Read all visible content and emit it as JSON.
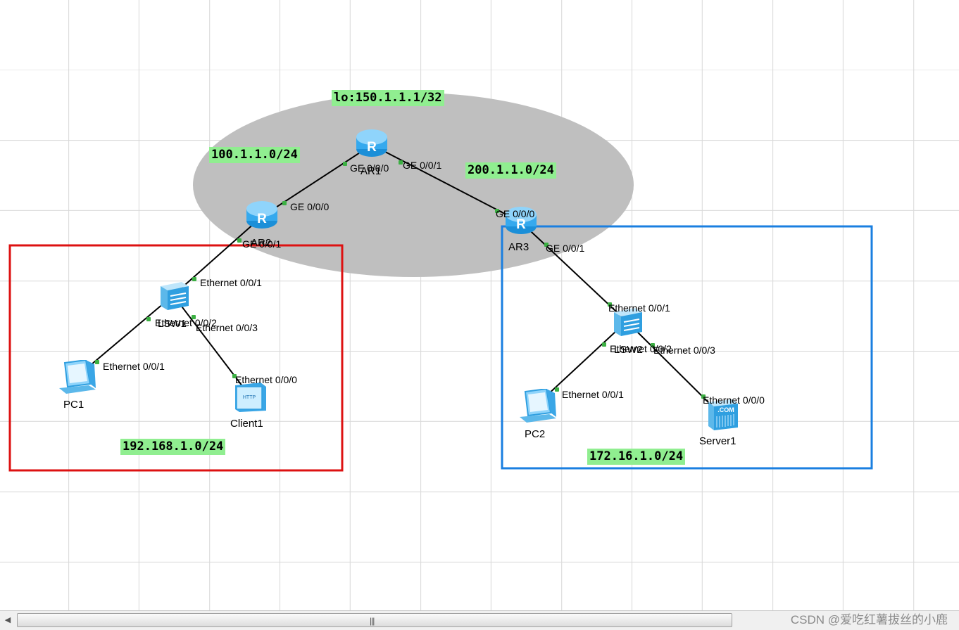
{
  "networks": {
    "loopback": "lo:150.1.1.1/32",
    "ar1_ar2": "100.1.1.0/24",
    "ar1_ar3": "200.1.1.0/24",
    "lan1": "192.168.1.0/24",
    "lan2": "172.16.1.0/24"
  },
  "devices": {
    "ar1": "AR1",
    "ar2": "AR2",
    "ar3": "AR3",
    "lsw1": "LSW1",
    "lsw2": "LSW2",
    "pc1": "PC1",
    "pc2": "PC2",
    "client1": "Client1",
    "server1": "Server1"
  },
  "ports": {
    "ar1_g0": "GE 0/0/0",
    "ar1_g1": "GE 0/0/1",
    "ar2_g0": "GE 0/0/0",
    "ar2_g1": "GE 0/0/1",
    "ar3_g0": "GE 0/0/0",
    "ar3_g1": "GE 0/0/1",
    "lsw1_e1": "Ethernet 0/0/1",
    "lsw1_e2": "Ethernet 0/0/2",
    "lsw1_e3": "Ethernet 0/0/3",
    "pc1_e1": "Ethernet 0/0/1",
    "client1_e0": "Ethernet 0/0/0",
    "lsw2_e1": "Ethernet 0/0/1",
    "lsw2_e2": "Ethernet 0/0/2",
    "lsw2_e3": "Ethernet 0/0/3",
    "pc2_e1": "Ethernet 0/0/1",
    "server1_e0": "Ethernet 0/0/0"
  },
  "icons": {
    "router": "router-icon",
    "switch": "switch-icon",
    "pc": "pc-icon",
    "client": "http-client-icon",
    "server": "server-icon"
  },
  "colors": {
    "area_fill": "#bfbfbf",
    "lan1_border": "#dd1111",
    "lan2_border": "#1a7fe0",
    "label_bg": "#90ee90",
    "port_dot": "#3cb043"
  },
  "footer": {
    "watermark": "CSDN @爱吃红薯拔丝的小鹿"
  }
}
